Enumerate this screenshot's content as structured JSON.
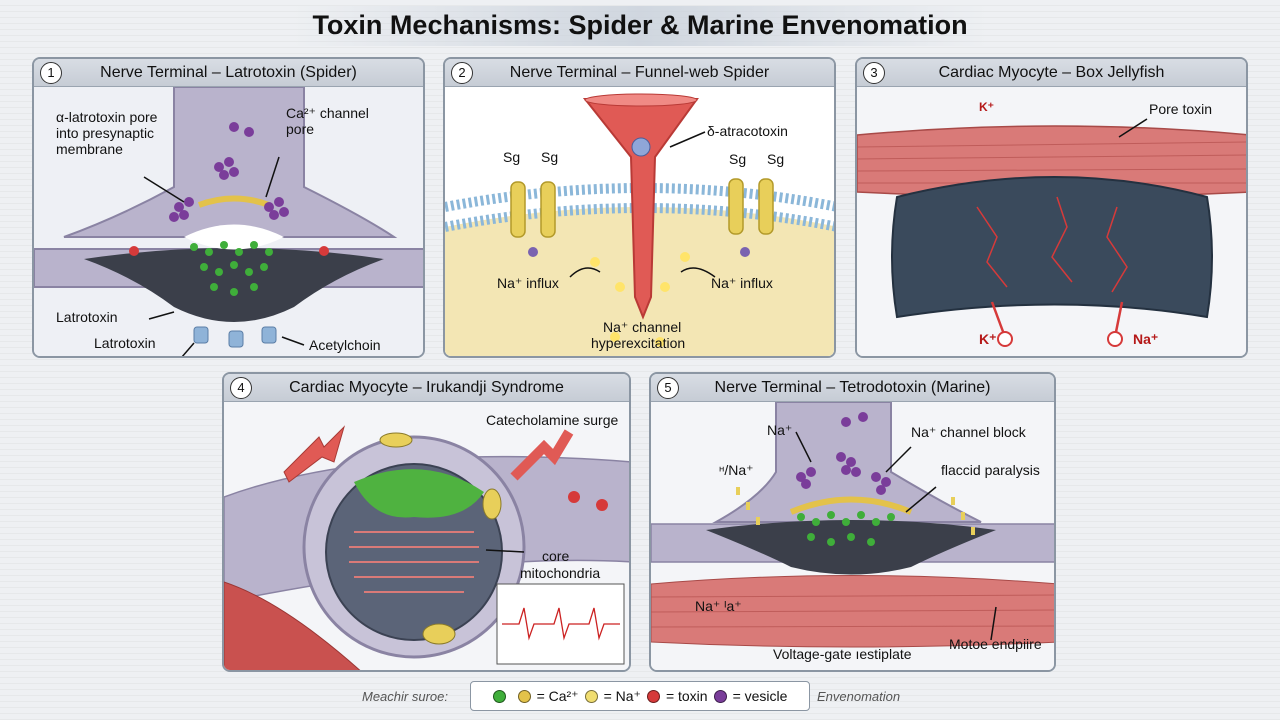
{
  "title": "Toxin Mechanisms: Spider & Marine Envenomation",
  "panels": [
    {
      "num": "1",
      "title": "Nerve Terminal – Latrotoxin (Spider)",
      "labels": [
        "α-latrotoxin pore",
        "into presynaptic",
        "membrane",
        "Ca²⁺ channel",
        "pore",
        "Latrotoxin",
        "Latrotoxin",
        "Acetylchoin"
      ]
    },
    {
      "num": "2",
      "title": "Nerve Terminal – Funnel-web Spider",
      "labels": [
        "δ-atracotoxin",
        "Sg",
        "Sg",
        "Sg",
        "Sg",
        "Na⁺ influx",
        "Na⁺ influx",
        "Na⁺ channel",
        "hyperexcitation"
      ]
    },
    {
      "num": "3",
      "title": "Cardiac Myocyte – Box Jellyfish",
      "labels": [
        "K⁺",
        "Pore toxin",
        "K⁺",
        "Na⁺"
      ]
    },
    {
      "num": "4",
      "title": "Cardiac Myocyte – Irukandji Syndrome",
      "labels": [
        "Catecholamine surge",
        "core",
        "mitochondria"
      ]
    },
    {
      "num": "5",
      "title": "Nerve Terminal – Tetrodotoxin (Marine)",
      "labels": [
        "Na⁺",
        "Na⁺ channel block",
        "ᵸ/Na⁺",
        "flaccid paralysis",
        "Na⁺ ᴵa⁺",
        "Motoe endpiire",
        "Voltage-gate ıestiplate"
      ]
    }
  ],
  "legend": {
    "prefix": "Meachir suroe:",
    "items": [
      {
        "label": "",
        "color": "#3fae3a"
      },
      {
        "label": "= Ca²⁺",
        "color": "#e3c24a"
      },
      {
        "label": "= Na⁺",
        "color": "#f0dd70"
      },
      {
        "label": "= toxin",
        "color": "#d63a3a"
      },
      {
        "label": "= vesicle",
        "color": "#7a3d9a"
      }
    ],
    "suffix": "Envenomation"
  },
  "colors": {
    "membrane": "#b9b3cc",
    "cleft": "#3b3f4a",
    "toxin": "#d63a3a",
    "vesicle": "#7a3d9a",
    "green": "#3fae3a",
    "muscle": "#d97a78",
    "heart_dark": "#3a4a5c"
  }
}
